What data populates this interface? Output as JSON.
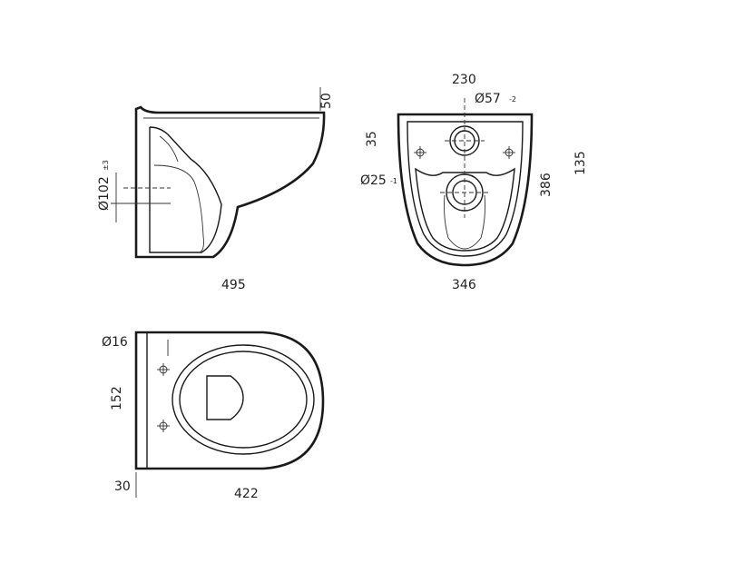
{
  "side_view": {
    "width_label": "495",
    "height_label": "50",
    "diameter_label": "Ø102",
    "diameter_tolerance": "±3"
  },
  "rear_view": {
    "top_label": "230",
    "outlet_diameter_label": "Ø57",
    "outlet_tolerance": "-2",
    "offset_label": "35",
    "inlet_diameter_label": "Ø25",
    "inlet_tolerance": "-1",
    "height_label": "386",
    "outer_label": "135",
    "width_label": "346"
  },
  "top_view": {
    "hole_diameter_label": "Ø16",
    "hole_spacing_label": "152",
    "depth_label": "422",
    "offset_label": "30"
  }
}
